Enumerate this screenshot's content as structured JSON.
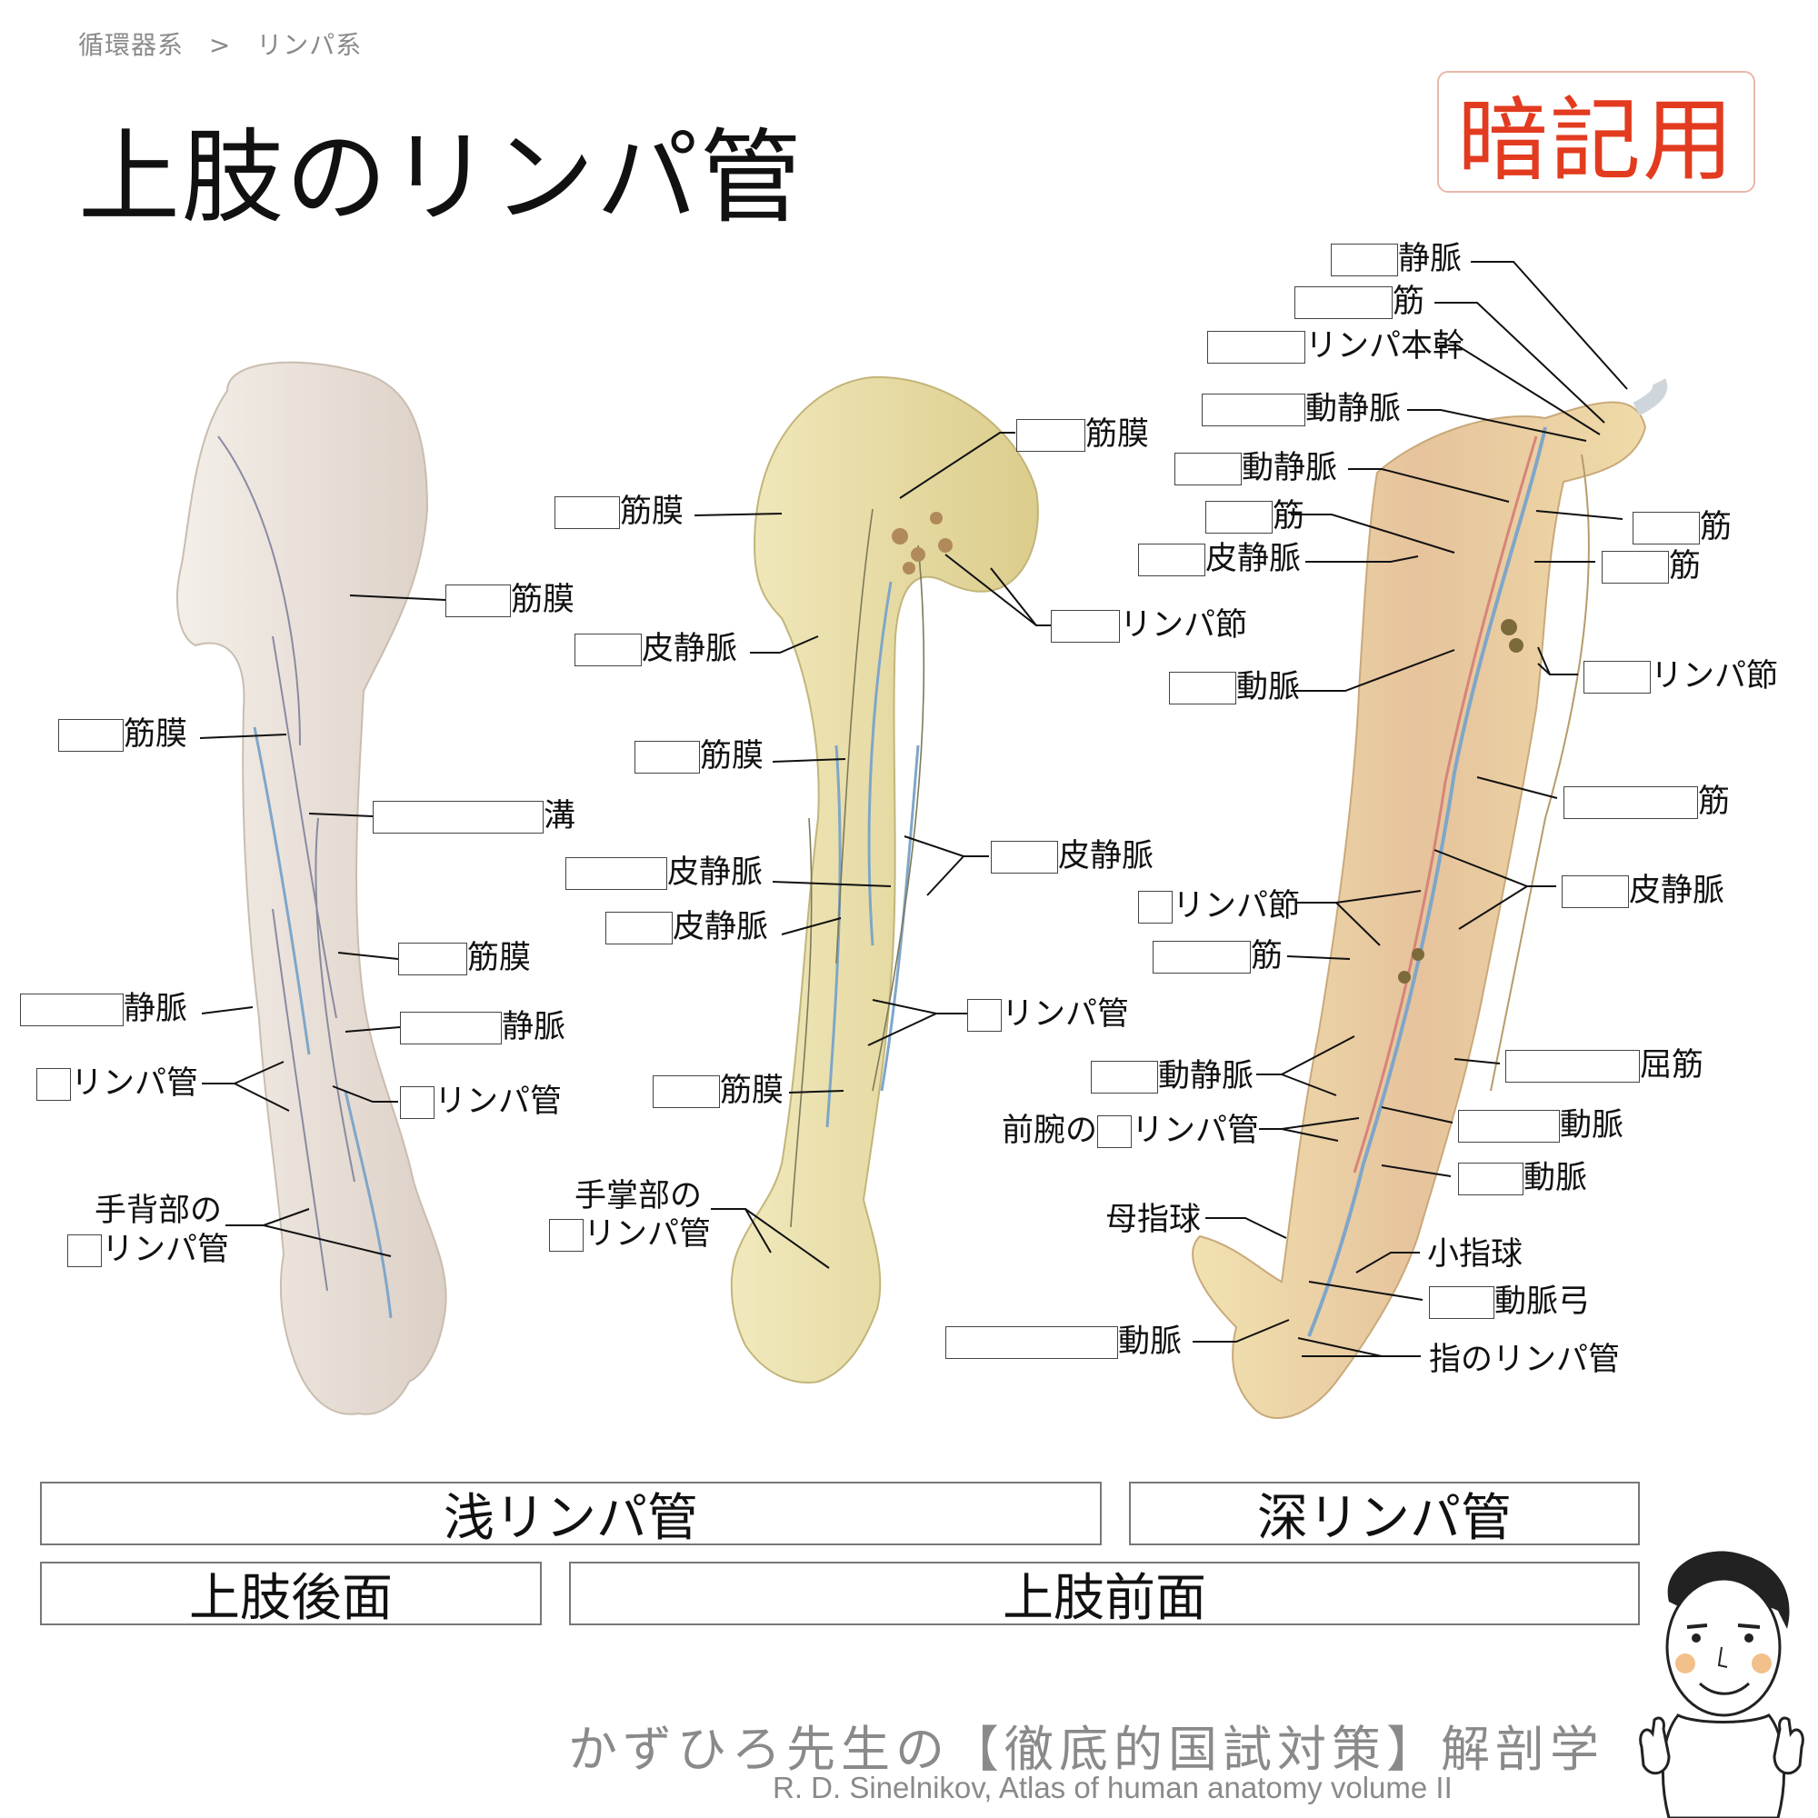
{
  "breadcrumb": [
    "循環器系",
    ">",
    "リンパ系"
  ],
  "title": "上肢のリンパ管",
  "badge": "暗記用",
  "labels": {
    "l01": "筋膜",
    "l02": "筋膜",
    "l03": "溝",
    "l04": "筋膜",
    "l05": "静脈",
    "l06": "静脈",
    "l07": "リンパ管",
    "l08": "リンパ管",
    "l09a": "手背部の",
    "l09b": "リンパ管",
    "l10": "筋膜",
    "l11": "筋膜",
    "l12": "皮静脈",
    "l13": "リンパ節",
    "l14": "筋膜",
    "l15": "皮静脈",
    "l16": "皮静脈",
    "l17": "皮静脈",
    "l18": "リンパ管",
    "l19": "筋膜",
    "l20a": "手掌部の",
    "l20b": "リンパ管",
    "l21": "静脈",
    "l22": "筋",
    "l23": "リンパ本幹",
    "l24": "動静脈",
    "l25": "動静脈",
    "l26": "筋",
    "l27": "皮静脈",
    "l28": "筋",
    "l29": "筋",
    "l30": "動脈",
    "l31": "リンパ節",
    "l32": "筋",
    "l33": "リンパ節",
    "l34": "皮静脈",
    "l35": "筋",
    "l36": "屈筋",
    "l37": "動静脈",
    "l38a": "前腕の",
    "l38b": "リンパ管",
    "l39": "動脈",
    "l40": "動脈",
    "l41": "母指球",
    "l42": "小指球",
    "l43": "動脈弓",
    "l44": "動脈",
    "l45": "指のリンパ管"
  },
  "categories": {
    "superficial": "浅リンパ管",
    "deep": "深リンパ管",
    "posterior": "上肢後面",
    "anterior": "上肢前面"
  },
  "credit": {
    "japanese": "かずひろ先生の【徹底的国試対策】解剖学",
    "source": "R. D. Sinelnikov,  Atlas of human anatomy volume II"
  },
  "colors": {
    "accent": "#e23b1f",
    "skin_pale": "#ece4dc",
    "skin_yellow": "#e9dfa8",
    "muscle": "#e8c7a0",
    "vein": "#7fa6c9"
  }
}
